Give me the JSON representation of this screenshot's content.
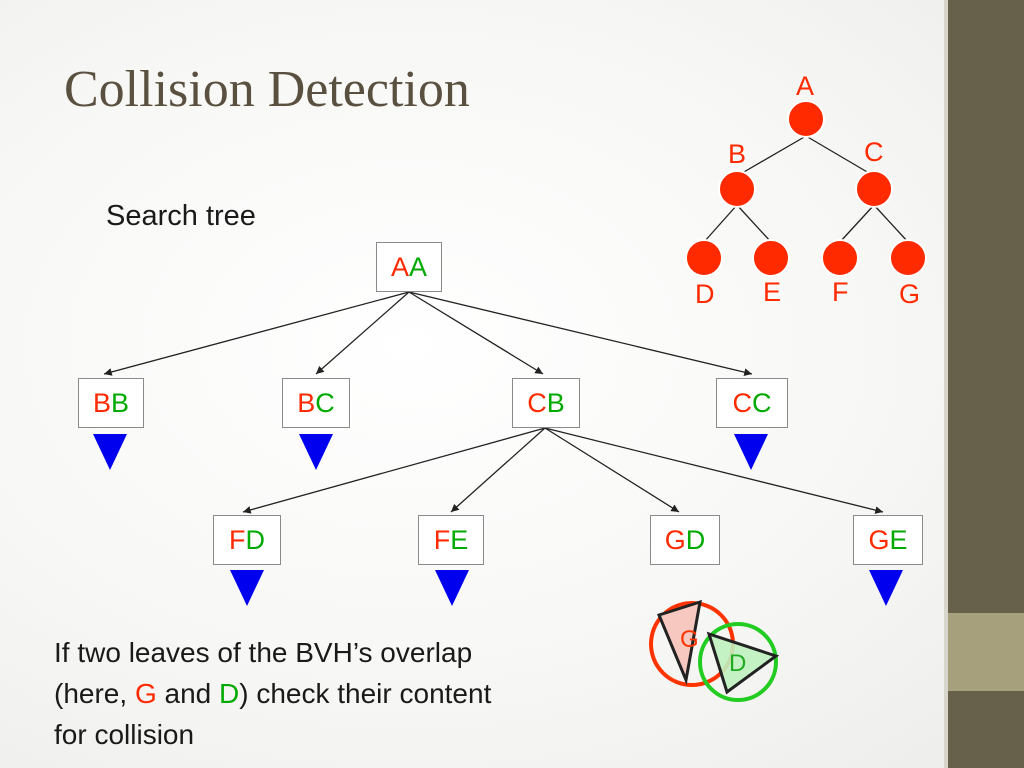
{
  "slide": {
    "title": "Collision Detection",
    "subtitle": "Search tree"
  },
  "search_tree": {
    "root": {
      "left": "A",
      "right": "A"
    },
    "level1": [
      {
        "left": "B",
        "right": "B"
      },
      {
        "left": "B",
        "right": "C"
      },
      {
        "left": "C",
        "right": "B"
      },
      {
        "left": "C",
        "right": "C"
      }
    ],
    "level2": [
      {
        "left": "F",
        "right": "D"
      },
      {
        "left": "F",
        "right": "E"
      },
      {
        "left": "G",
        "right": "D"
      },
      {
        "left": "G",
        "right": "E"
      }
    ]
  },
  "bvh_tree": {
    "labels": {
      "a": "A",
      "b": "B",
      "c": "C",
      "d": "D",
      "e": "E",
      "f": "F",
      "g": "G"
    }
  },
  "overlap": {
    "g_label": "G",
    "d_label": "D"
  },
  "caption": {
    "line1": "If two leaves of the BVH’s overlap",
    "line2_start": "(here, ",
    "line2_g": "G",
    "line2_and": " and ",
    "line2_d": "D",
    "line2_end": ") check their content",
    "line3": "for collision"
  },
  "colors": {
    "left_letter": "#ff2a00",
    "right_letter": "#00aa00",
    "prune_triangle": "#0000ee",
    "bvh_node": "#ff2a00",
    "title": "#5a5040",
    "sidebar": "#67604a",
    "sidebar_accent": "#a6a07d"
  }
}
